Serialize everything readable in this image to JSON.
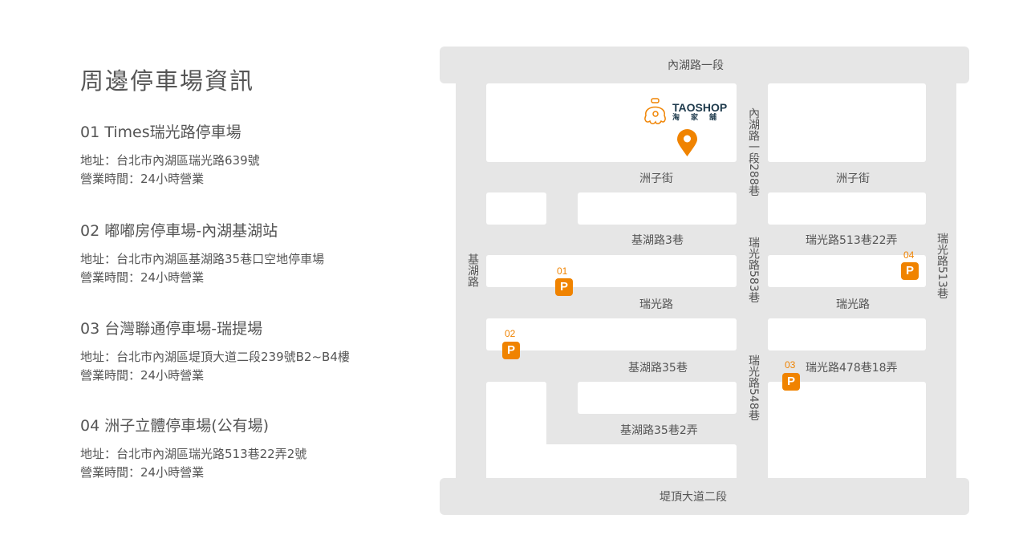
{
  "title": "周邊停車場資訊",
  "lots": [
    {
      "name": "01 Times瑞光路停車場",
      "address": "地址：台北市內湖區瑞光路639號",
      "hours": "營業時間：24小時營業"
    },
    {
      "name": "02 嘟嘟房停車場-內湖基湖站",
      "address": "地址：台北市內湖區基湖路35巷口空地停車場",
      "hours": "營業時間：24小時營業"
    },
    {
      "name": "03 台灣聯通停車場-瑞提場",
      "address": "地址：台北市內湖區堤頂大道二段239號B2~B4樓",
      "hours": "營業時間：24小時營業"
    },
    {
      "name": "04 洲子立體停車場(公有場)",
      "address": "地址：台北市內湖區瑞光路513巷22弄2號",
      "hours": "營業時間：24小時營業"
    }
  ],
  "map": {
    "roads": {
      "neihu1": "內湖路一段",
      "dike": "堤頂大道二段",
      "jihu": "基湖路",
      "rg513": "瑞光路513巷",
      "zhouzi_l": "洲子街",
      "zhouzi_r": "洲子街",
      "lane288": "內湖路一段288巷",
      "jihu3": "基湖路3巷",
      "rg513_22": "瑞光路513巷22弄",
      "rg583": "瑞光路583巷",
      "ruiguang_l": "瑞光路",
      "ruiguang_r": "瑞光路",
      "jihu35": "基湖路35巷",
      "rg548": "瑞光路548巷",
      "rg478_18": "瑞光路478巷18弄",
      "jihu35_2": "基湖路35巷2弄"
    },
    "logo": {
      "name": "TAOSHOP",
      "sub": "淘家舖"
    },
    "parking_symbol": "P",
    "markers": [
      "01",
      "02",
      "03",
      "04"
    ],
    "accent": "#f08300"
  }
}
